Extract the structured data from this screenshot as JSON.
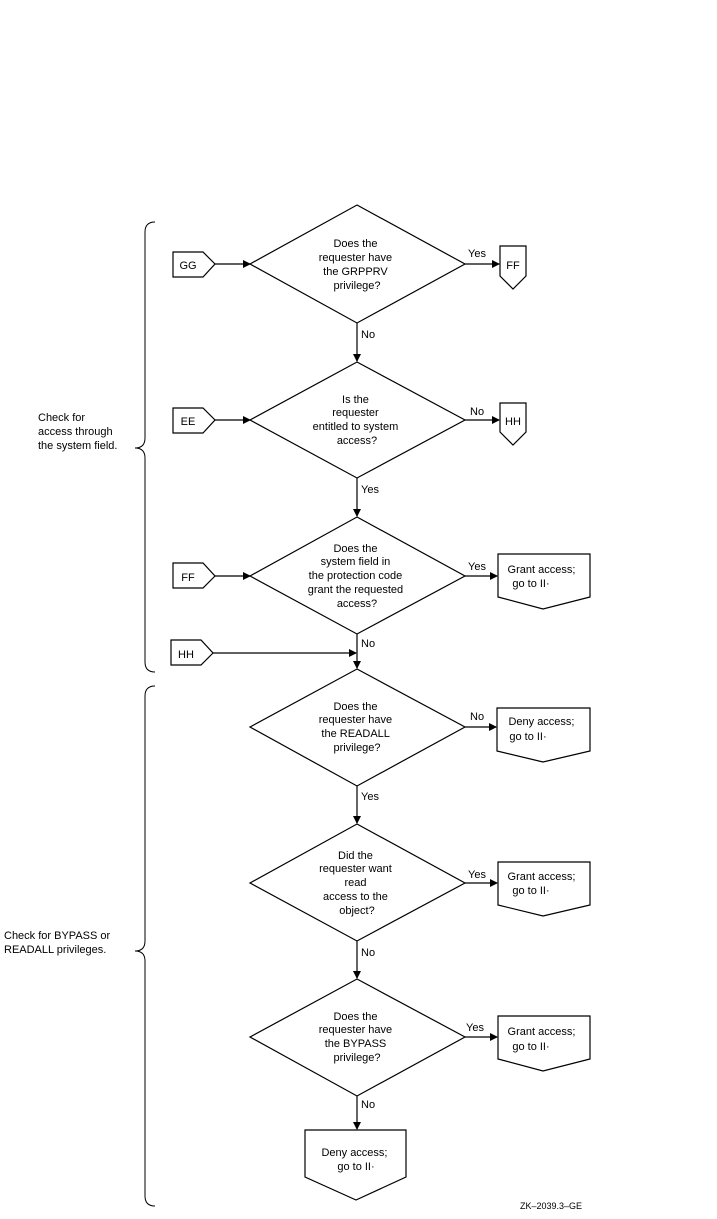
{
  "decisions": {
    "d1": [
      "Does the",
      "requester have",
      "the GRPPRV",
      "privilege?"
    ],
    "d2": [
      "Is the",
      "requester",
      "entitled to system",
      "access?"
    ],
    "d3": [
      "Does the",
      "system field in",
      "the protection code",
      "grant the requested",
      "access?"
    ],
    "d4": [
      "Does the",
      "requester have",
      "the READALL",
      "privilege?"
    ],
    "d5": [
      "Did the",
      "requester want",
      "read",
      "access to the",
      "object?"
    ],
    "d6": [
      "Does the",
      "requester have",
      "the BYPASS",
      "privilege?"
    ]
  },
  "connectors": {
    "gg_in": "GG",
    "ee_in": "EE",
    "ff_in": "FF",
    "hh_in": "HH",
    "ff_out": "FF",
    "hh_out": "HH"
  },
  "outcomes": {
    "o1": [
      "Grant access;",
      "go to II·"
    ],
    "o2": [
      "Deny access;",
      "go to II·"
    ],
    "o3": [
      "Grant access;",
      "go to II·"
    ],
    "o4": [
      "Grant access;",
      "go to II·"
    ],
    "o5": [
      "Deny access;",
      "go to II·"
    ]
  },
  "branch_labels": {
    "d1_right": "Yes",
    "d1_down": "No",
    "d2_right": "No",
    "d2_down": "Yes",
    "d3_right": "Yes",
    "d3_down": "No",
    "d4_right": "No",
    "d4_down": "Yes",
    "d5_right": "Yes",
    "d5_down": "No",
    "d6_right": "Yes",
    "d6_down": "No"
  },
  "side_notes": {
    "system_field": [
      "Check for",
      "access through",
      "the system field."
    ],
    "privileges": [
      "Check for BYPASS or",
      "READALL privileges."
    ]
  },
  "figure_id": "ZK–2039.3–GE"
}
